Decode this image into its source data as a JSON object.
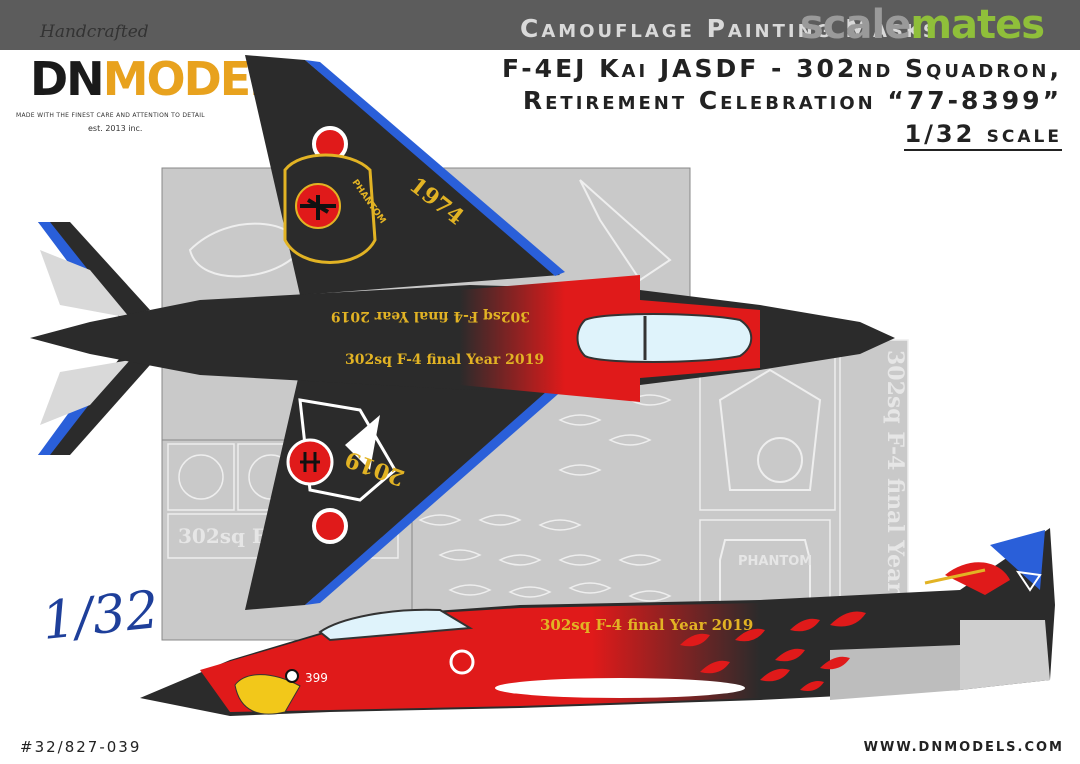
{
  "header": {
    "title_line1": "Camouflage Painting Masks",
    "watermark_left": "scale",
    "watermark_right": "mates",
    "title_line2": "F-4EJ Kai JASDF - 302nd Squadron,",
    "title_line3": "Retirement Celebration “77-8399”",
    "scale": "1/32 scale"
  },
  "logo": {
    "handcrafted": "Handcrafted",
    "brand_dn": "DN",
    "brand_models": "MODELS",
    "tagline": "MADE WITH THE FINEST CARE AND ATTENTION TO DETAIL",
    "est": "est. 2013 inc."
  },
  "decals": {
    "year_left": "1974",
    "year_right": "2019",
    "phantom_badge": "PHANTOM",
    "wing_text": "302sq F-4 final Year 2019",
    "nose_number": "399",
    "mask_text": "302sq F-4 final Year 2019",
    "mask_text_short": "302sq F-4",
    "mask_phantom": "PHANTOM"
  },
  "footer": {
    "scale_script": "1/32",
    "product_code": "#32/827-039",
    "website": "WWW.DNMODELS.COM"
  },
  "colors": {
    "aircraft_black": "#2b2b2b",
    "accent_red": "#e01a1a",
    "accent_blue": "#2a5fd9",
    "decal_gold": "#e2b324",
    "mask_grey": "#c9c9c9",
    "brand_orange": "#e8a21e"
  }
}
